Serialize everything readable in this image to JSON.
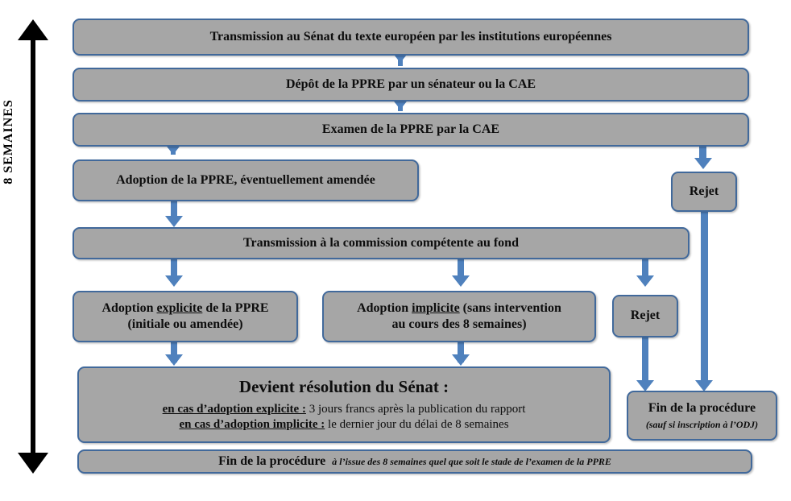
{
  "diagram": {
    "title_axis": "8 SEMAINES",
    "colors": {
      "box_fill": "#a6a6a6",
      "box_border": "#41699b",
      "arrow": "#4f81bd",
      "axis": "#000000",
      "text": "#0d0d0d",
      "background": "#ffffff"
    }
  },
  "nodes": {
    "transmission_senat": "Transmission au Sénat du texte européen par les institutions européennes",
    "depot_ppre": "Dépôt de la PPRE par un sénateur ou la CAE",
    "examen_ppre": "Examen de la PPRE par la CAE",
    "adoption_ppre": "Adoption de la PPRE, éventuellement amendée",
    "transmission_commission": "Transmission à la commission compétente au fond",
    "rejet_1": "Rejet",
    "rejet_2": "Rejet",
    "adoption_explicite": {
      "line1_a": "Adoption ",
      "line1_u": "explicite",
      "line1_b": " de la PPRE",
      "line2": "(initiale ou amendée)"
    },
    "adoption_implicite": {
      "line1_a": "Adoption ",
      "line1_u": "implicite",
      "line1_b": " (sans intervention",
      "line2": "au cours des 8 semaines)"
    },
    "resolution": {
      "title": "Devient résolution du Sénat :",
      "case1_label": "en cas d’adoption explicite :",
      "case1_text": " 3 jours francs après la publication du rapport",
      "case2_label": "en cas d’adoption implicite :",
      "case2_text": " le dernier jour du délai de 8 semaines"
    },
    "fin_procedure_right": {
      "title": "Fin de la procédure",
      "note": "(sauf si inscription à l’ODJ)"
    },
    "fin_procedure_bottom": {
      "title": "Fin de la procédure",
      "note": "à l’issue des 8 semaines quel que soit le stade de l’examen de la PPRE"
    }
  }
}
